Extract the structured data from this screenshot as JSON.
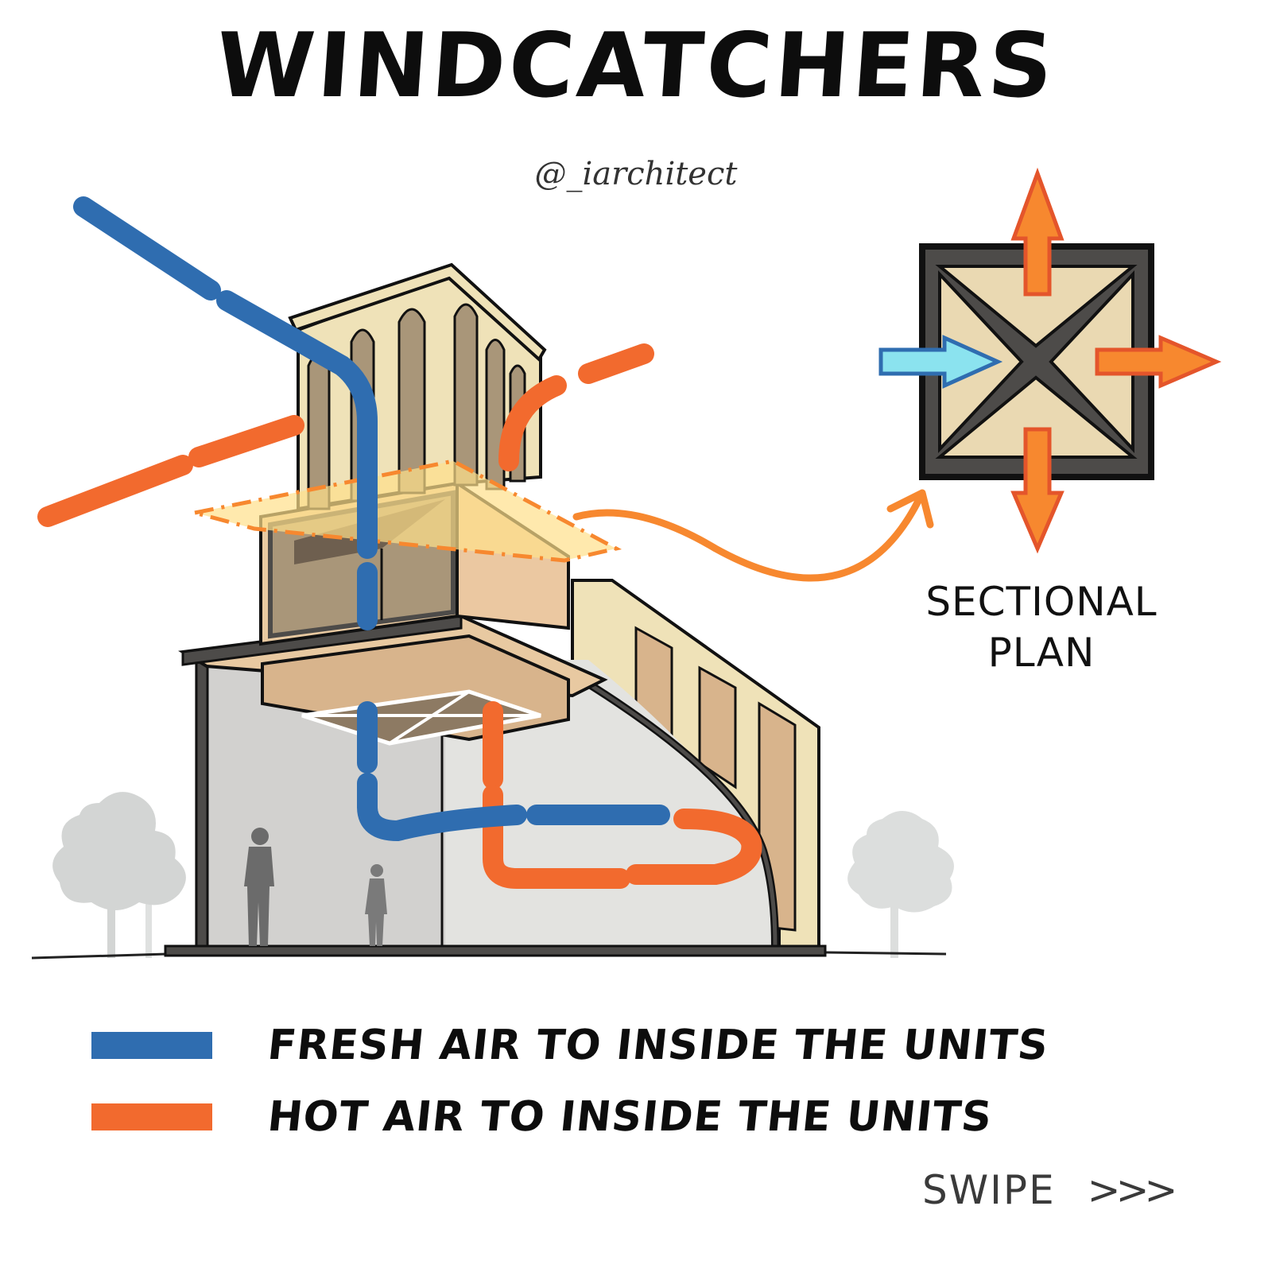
{
  "header": {
    "title": "WINDCATCHERS",
    "handle": "@_iarchitect"
  },
  "plan": {
    "label_line1": "SECTIONAL",
    "label_line2": "PLAN"
  },
  "legend": {
    "items": [
      {
        "label": "FRESH AIR TO INSIDE THE UNITS",
        "color": "#2f6db0"
      },
      {
        "label": "HOT AIR TO INSIDE THE UNITS",
        "color": "#f26a2e"
      }
    ]
  },
  "footer": {
    "swipe_label": "SWIPE",
    "swipe_arrows": ">>>"
  },
  "colors": {
    "fresh_air": "#2f6db0",
    "hot_air": "#f26a2e",
    "plan_inflow": "#8be3ef",
    "plan_outflow": "#f7882f",
    "section_plane": "#ffe08a",
    "tower_light": "#efe2b8",
    "tower_mid": "#e8c9a1",
    "tower_dark": "#a99679",
    "wall_gray": "#d9d9d6",
    "outline": "#111111",
    "frame_gray": "#4d4b49",
    "tree_gray": "#d3d5d4",
    "person_gray": "#6b6b6b"
  }
}
